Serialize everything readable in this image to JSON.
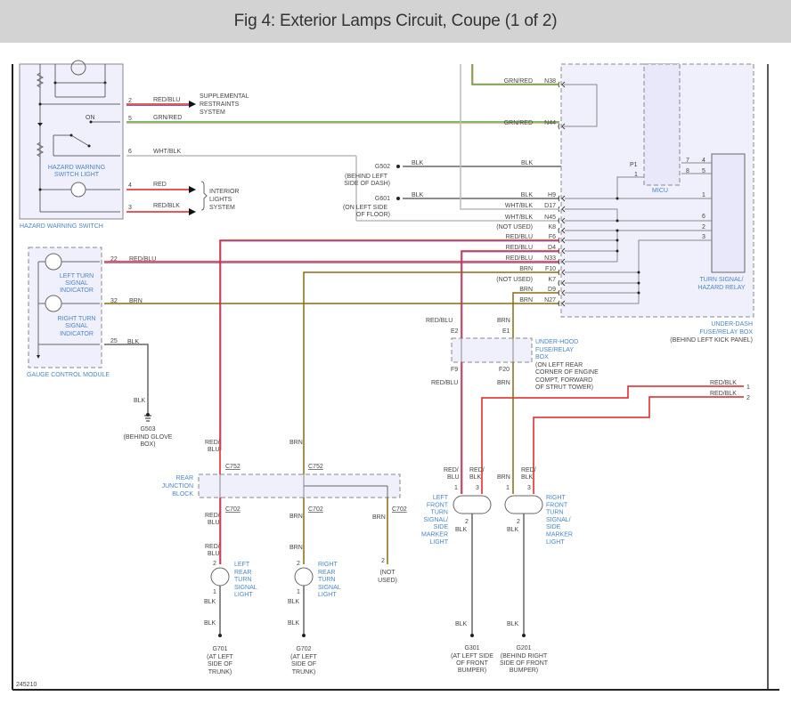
{
  "header": {
    "title": "Fig 4: Exterior Lamps Circuit, Coupe (1 of 2)"
  },
  "figure_id": "245210",
  "colors": {
    "frame": "#222222",
    "module_fill": "#f0f0fc",
    "module_border": "#888888",
    "component_label": "#4a86c5",
    "wire_red": "#e02020",
    "wire_blu": "#7a5ccc",
    "wire_grn": "#5aa030",
    "wire_brn": "#8a6a10",
    "wire_wht": "#bbbbbb",
    "wire_blk": "#666666"
  },
  "hazard_switch": {
    "name": "HAZARD WARNING SWITCH",
    "light_name": "HAZARD WARNING SWITCH LIGHT",
    "switch_label": "ON",
    "pins": [
      {
        "pin": "2",
        "wire": "RED/BLU",
        "dest": "SUPPLEMENTAL RESTRAINTS SYSTEM"
      },
      {
        "pin": "5",
        "wire": "GRN/RED",
        "dest": ""
      },
      {
        "pin": "6",
        "wire": "WHT/BLK",
        "dest": ""
      },
      {
        "pin": "4",
        "wire": "RED",
        "dest": "INTERIOR LIGHTS SYSTEM"
      },
      {
        "pin": "3",
        "wire": "RED/BLK",
        "dest": "INTERIOR LIGHTS SYSTEM"
      }
    ],
    "srs_lines": [
      "SUPPLEMENTAL",
      "RESTRAINTS",
      "SYSTEM"
    ],
    "interior_lines": [
      "INTERIOR",
      "LIGHTS",
      "SYSTEM"
    ]
  },
  "gauge_module": {
    "name": "GAUGE CONTROL MODULE",
    "left_indicator": [
      "LEFT TURN",
      "SIGNAL",
      "INDICATOR"
    ],
    "right_indicator": [
      "RIGHT TURN",
      "SIGNAL",
      "INDICATOR"
    ],
    "pins": [
      {
        "pin": "22",
        "wire": "RED/BLU"
      },
      {
        "pin": "32",
        "wire": "BRN"
      },
      {
        "pin": "25",
        "wire": "BLK"
      }
    ],
    "ground": {
      "id": "G503",
      "wire": "BLK",
      "location": [
        "(BEHIND GLOVE",
        "BOX)"
      ]
    }
  },
  "grounds_dash": [
    {
      "id": "G502",
      "wire_left": "BLK",
      "wire_right": "BLK",
      "location": [
        "(BEHIND LEFT",
        "SIDE OF DASH)"
      ]
    },
    {
      "id": "G601",
      "wire_left": "BLK",
      "wire_right": "BLK",
      "location": [
        "(ON LEFT SIDE",
        "OF FLOOR)"
      ]
    }
  ],
  "under_dash_box": {
    "name": [
      "UNDER-DASH",
      "FUSE/RELAY BOX"
    ],
    "location": "(BEHIND LEFT KICK PANEL)",
    "connectors": [
      {
        "pin": "N38",
        "wire": "GRN/RED"
      },
      {
        "pin": "N44",
        "wire": "GRN/RED"
      },
      {
        "pin": "H9",
        "wire": "BLK"
      },
      {
        "pin": "D17",
        "wire": "WHT/BLK"
      },
      {
        "pin": "N45",
        "wire": "WHT/BLK"
      },
      {
        "pin": "K8",
        "wire": "(NOT USED)"
      },
      {
        "pin": "F6",
        "wire": "RED/BLU"
      },
      {
        "pin": "D4",
        "wire": "RED/BLU"
      },
      {
        "pin": "N33",
        "wire": "RED/BLU"
      },
      {
        "pin": "F10",
        "wire": "BRN"
      },
      {
        "pin": "K7",
        "wire": "(NOT USED)"
      },
      {
        "pin": "D9",
        "wire": "BRN"
      },
      {
        "pin": "N27",
        "wire": "BRN"
      }
    ],
    "micu": {
      "name": "MICU",
      "pins": [
        "P1",
        "1",
        "7",
        "8"
      ]
    },
    "relay": {
      "name": [
        "TURN SIGNAL/",
        "HAZARD RELAY"
      ],
      "pins": [
        "4",
        "5",
        "1",
        "6",
        "2",
        "3"
      ]
    }
  },
  "under_hood_box": {
    "name": [
      "UNDER-HOOD",
      "FUSE/RELAY",
      "BOX"
    ],
    "location": [
      "(ON LEFT REAR",
      "CORNER OF ENGINE",
      "COMPT, FORWARD",
      "OF STRUT TOWER)"
    ],
    "top_pins": [
      {
        "pin": "E2",
        "wire": "RED/BLU"
      },
      {
        "pin": "E1",
        "wire": "BRN"
      }
    ],
    "bottom_pins": [
      {
        "pin": "F9",
        "wire": "RED/BLU"
      },
      {
        "pin": "F20",
        "wire": "BRN"
      }
    ]
  },
  "side_marker_feeds": [
    {
      "pin": "1",
      "wire": "RED/BLK"
    },
    {
      "pin": "2",
      "wire": "RED/BLK"
    }
  ],
  "rear_junction": {
    "name": [
      "REAR",
      "JUNCTION",
      "BLOCK"
    ],
    "top_conn": "C752",
    "bottom_conn": "C702",
    "wire_labels": {
      "red_blu": [
        "RED/",
        "BLU"
      ],
      "brn": "BRN"
    },
    "not_used": [
      "(NOT",
      "USED)"
    ]
  },
  "lights": [
    {
      "name": [
        "LEFT",
        "REAR",
        "TURN",
        "SIGNAL",
        "LIGHT"
      ],
      "pin_in": "2",
      "pin_out": "1",
      "wire_in": "RED/BLU",
      "wire_out": "BLK",
      "ground": "G701",
      "ground_loc": [
        "(AT LEFT",
        "SIDE OF",
        "TRUNK)"
      ]
    },
    {
      "name": [
        "RIGHT",
        "REAR",
        "TURN",
        "SIGNAL",
        "LIGHT"
      ],
      "pin_in": "2",
      "pin_out": "1",
      "wire_in": "BRN",
      "wire_out": "BLK",
      "ground": "G702",
      "ground_loc": [
        "(AT LEFT",
        "SIDE OF",
        "TRUNK)"
      ]
    },
    {
      "name": [
        "LEFT",
        "FRONT",
        "TURN",
        "SIGNAL/",
        "SIDE",
        "MARKER",
        "LIGHT"
      ],
      "pins": [
        "1",
        "3",
        "2"
      ],
      "wires": [
        "RED/",
        "BLU",
        "RED/",
        "BLK",
        "BLK"
      ],
      "ground": "G301",
      "ground_loc": [
        "(AT LEFT SIDE",
        "OF FRONT",
        "BUMPER)"
      ]
    },
    {
      "name": [
        "RIGHT",
        "FRONT",
        "TURN",
        "SIGNAL/",
        "SIDE",
        "MARKER",
        "LIGHT"
      ],
      "pins": [
        "1",
        "3",
        "2"
      ],
      "wires": [
        "BRN",
        "RED/",
        "BLK",
        "BLK"
      ],
      "ground": "G201",
      "ground_loc": [
        "(BEHIND RIGHT",
        "SIDE OF FRONT",
        "BUMPER)"
      ]
    }
  ]
}
